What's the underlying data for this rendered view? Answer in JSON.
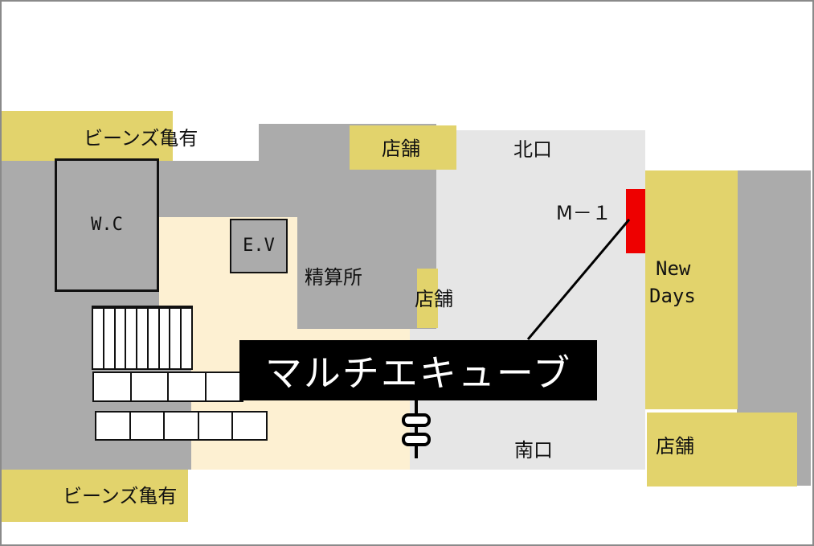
{
  "labels": {
    "beans_top": "ビーンズ亀有",
    "beans_bottom": "ビーンズ亀有",
    "store_top": "店舗",
    "store_middle": "店舗",
    "store_bottom_right": "店舗",
    "north_exit": "北口",
    "south_exit": "南口",
    "wc": "W.C",
    "ev": "E.V",
    "fare_adjustment": "精算所",
    "marker_code": "M－１",
    "newdays_line1": "New",
    "newdays_line2": "Days",
    "multi_cube": "マルチエキューブ"
  },
  "colors": {
    "concourse": "#ababab",
    "gate_area": "#e6e6e6",
    "floor": "#fdf0d2",
    "shops": "#e2d36c",
    "marker": "#ee0000",
    "banner": "#000000"
  }
}
